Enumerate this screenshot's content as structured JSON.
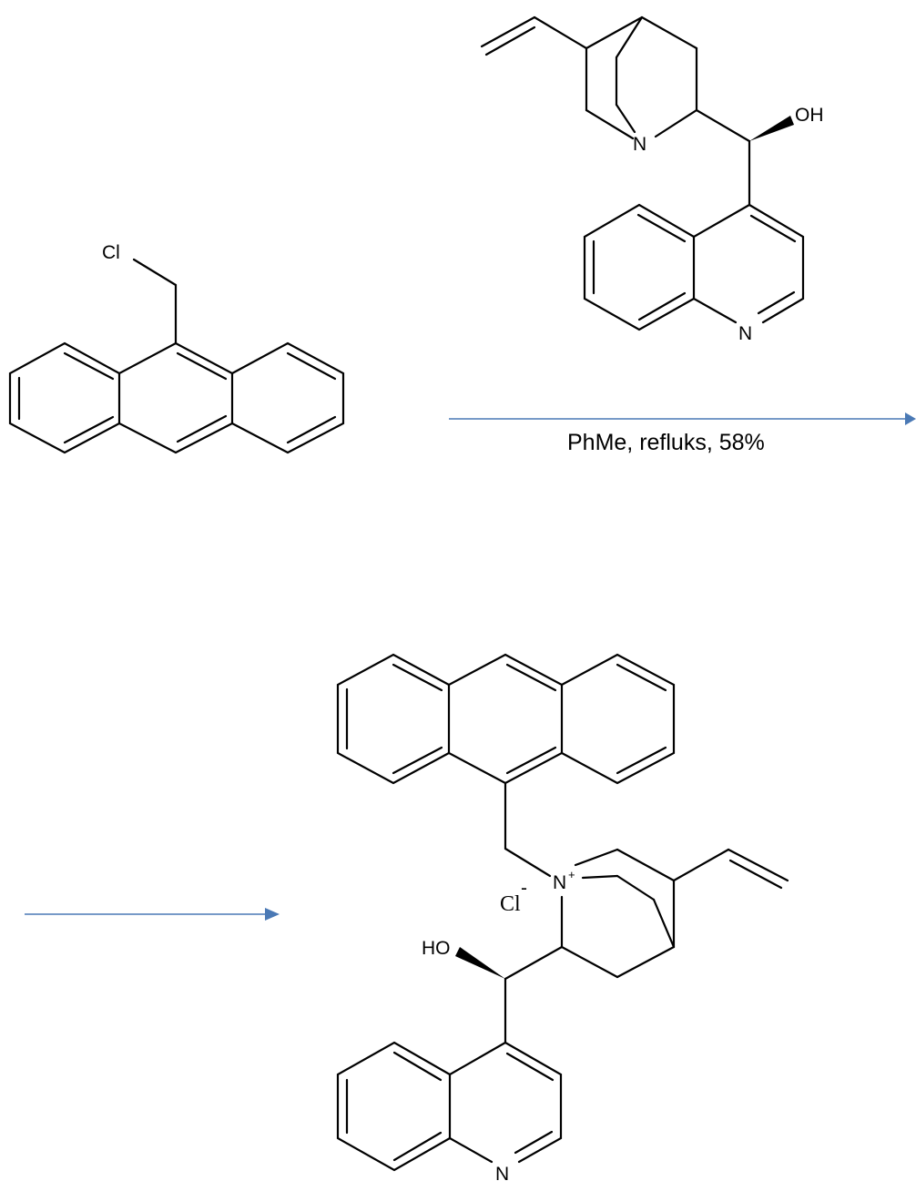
{
  "reactant_1": {
    "labels": {
      "chlorine": "Cl"
    }
  },
  "reactant_2": {
    "labels": {
      "quinuclidine_n": "N",
      "hydroxyl": "OH",
      "quinoline_n": "N"
    }
  },
  "reaction": {
    "conditions": "PhMe, refluks, 58%",
    "arrow_color": "#4a79b5"
  },
  "product": {
    "labels": {
      "ammonium_n": "N",
      "ammonium_charge": "+",
      "chloride": "Cl",
      "chloride_charge": "-",
      "hydroxyl": "HO",
      "quinoline_n": "N"
    }
  }
}
